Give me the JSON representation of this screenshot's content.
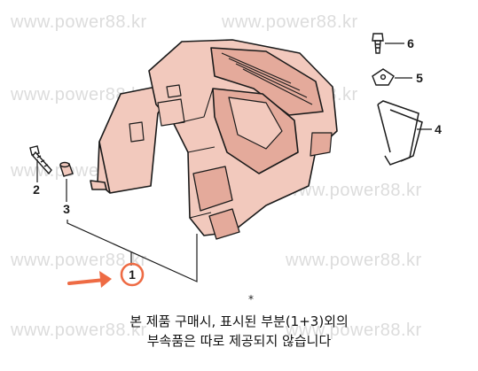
{
  "watermark": "www.power88.kr",
  "callouts": [
    {
      "id": "c1",
      "label": "1"
    },
    {
      "id": "c2",
      "label": "2"
    },
    {
      "id": "c3",
      "label": "3"
    },
    {
      "id": "c4",
      "label": "4"
    },
    {
      "id": "c5",
      "label": "5"
    },
    {
      "id": "c6",
      "label": "6"
    }
  ],
  "asterisk": "*",
  "note": {
    "line1": "본 제품 구매시, 표시된 부분(1+3)외의",
    "line2": "부속품은 따로 제공되지 않습니다"
  },
  "colors": {
    "part_fill": "#f2c9bd",
    "part_shadow": "#e4aa9b",
    "outline": "#1a1a1a",
    "highlight_circle": "#ee6b44",
    "arrow": "#ee6b44",
    "watermark": "#dcdcdc"
  }
}
